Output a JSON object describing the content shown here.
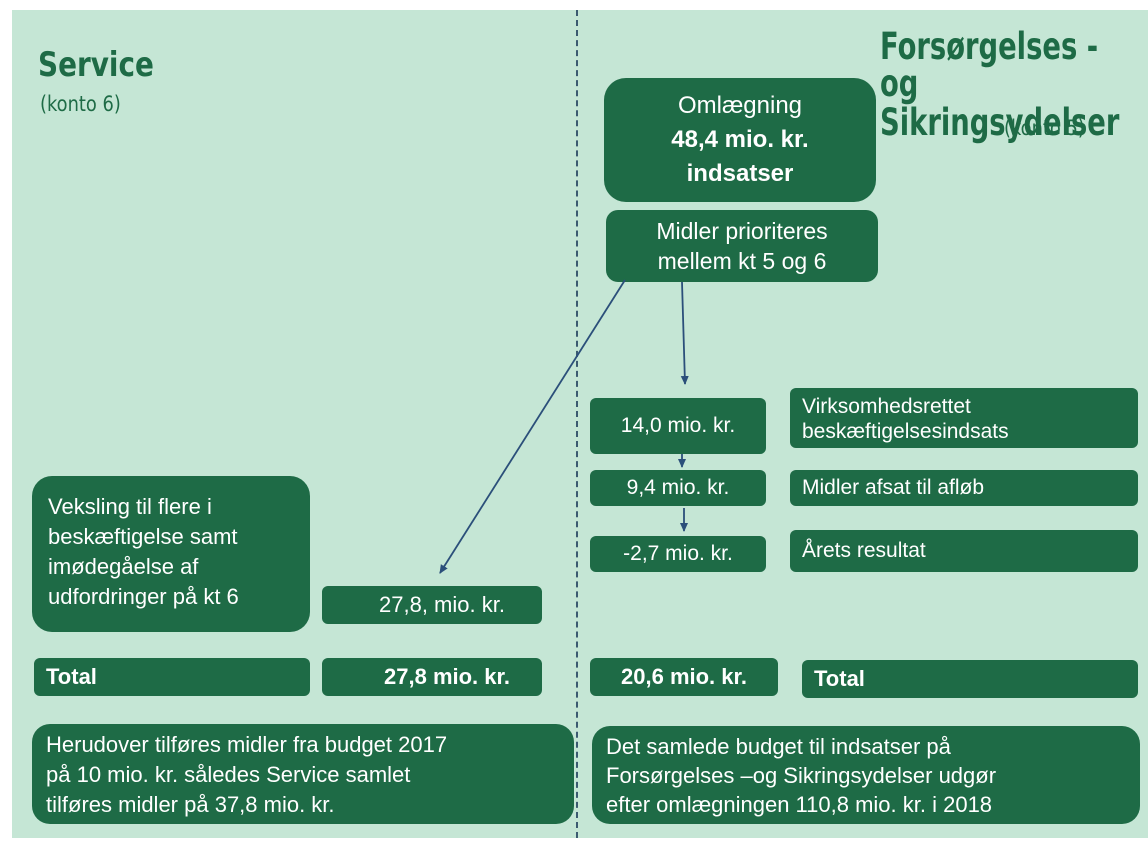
{
  "left": {
    "title": "Service",
    "subtitle": "(konto 6)",
    "veksling": {
      "line1": "Veksling til flere i",
      "line2": "beskæftigelse samt",
      "line3": "imødegåelse af",
      "line4": "udfordringer på kt 6"
    },
    "amount": "27,8, mio. kr.",
    "total_label": "Total",
    "total_value": "27,8 mio. kr.",
    "note": {
      "line1": "Herudover tilføres midler fra budget 2017",
      "line2": "på 10 mio. kr. således Service samlet",
      "line3": "tilføres midler på 37,8 mio. kr."
    }
  },
  "right": {
    "title_line1": "Forsørgelses -og",
    "title_line2": "Sikringsydelser",
    "subtitle": "(konto 5)",
    "omlaegning": {
      "line1": "Omlægning",
      "line2": "48,4 mio. kr.",
      "line3": "indsatser"
    },
    "prioriteres": {
      "line1": "Midler prioriteres",
      "line2": "mellem kt 5 og 6"
    },
    "rows": [
      {
        "value": "14,0 mio. kr.",
        "label_line1": "Virksomhedsrettet",
        "label_line2": "beskæftigelsesindsats"
      },
      {
        "value": "9,4 mio. kr.",
        "label_line1": "Midler afsat til afløb",
        "label_line2": ""
      },
      {
        "value": "-2,7 mio. kr.",
        "label_line1": "Årets resultat",
        "label_line2": ""
      }
    ],
    "total_value": "20,6 mio. kr.",
    "total_label": "Total",
    "note": {
      "line1": "Det samlede budget til indsatser på",
      "line2": "Forsørgelses –og Sikringsydelser udgør",
      "line3": "efter omlægningen 110,8 mio. kr. i 2018"
    }
  },
  "colors": {
    "background": "#c5e6d5",
    "box": "#1e6b46",
    "text": "#ffffff",
    "heading": "#1e6b46",
    "divider": "#3b5a70"
  }
}
